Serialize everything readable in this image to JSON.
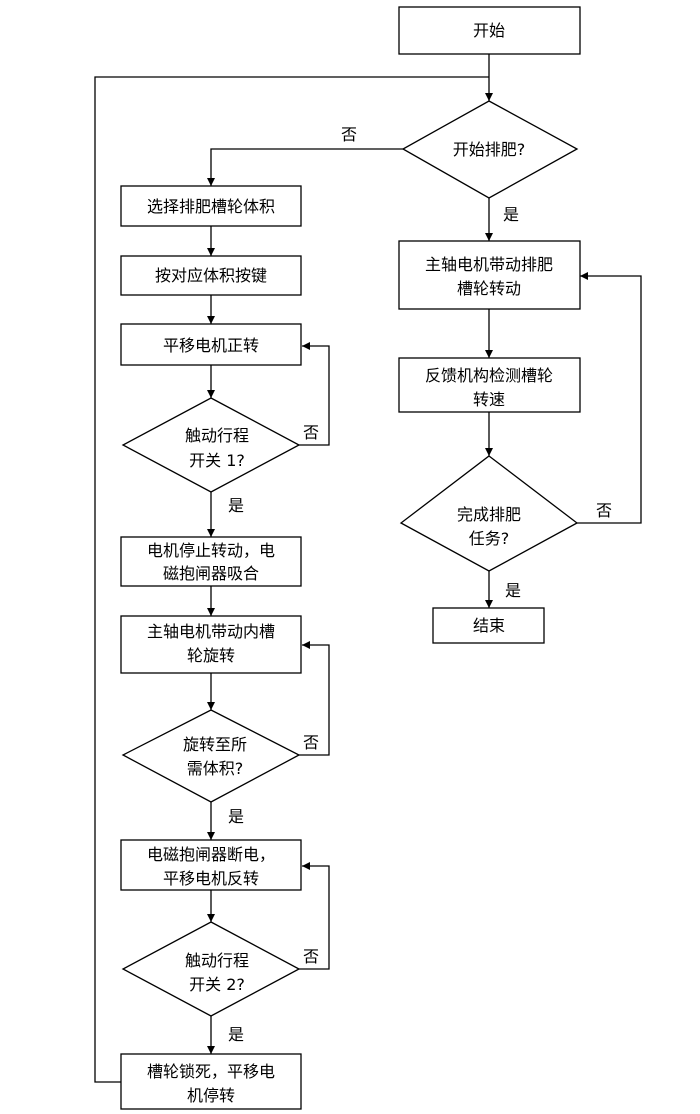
{
  "nodes": {
    "start": [
      "开始"
    ],
    "q_start_fert": [
      "开始排肥?"
    ],
    "right_proc1": [
      "主轴电机带动排肥",
      "槽轮转动"
    ],
    "right_proc2": [
      "反馈机构检测槽轮",
      "转速"
    ],
    "q_done": [
      "完成排肥",
      "任务?"
    ],
    "end": [
      "结束"
    ],
    "left_proc1": [
      "选择排肥槽轮体积"
    ],
    "left_proc2": [
      "按对应体积按键"
    ],
    "left_proc3": [
      "平移电机正转"
    ],
    "q_switch1": [
      "触动行程",
      "开关 1?"
    ],
    "left_proc4": [
      "电机停止转动，电",
      "磁抱闸器吸合"
    ],
    "left_proc5": [
      "主轴电机带动内槽",
      "轮旋转"
    ],
    "q_volume": [
      "旋转至所",
      "需体积?"
    ],
    "left_proc6": [
      "电磁抱闸器断电，",
      "平移电机反转"
    ],
    "q_switch2": [
      "触动行程",
      "开关 2?"
    ],
    "left_proc7": [
      "槽轮锁死，平移电",
      "机停转"
    ]
  },
  "labels": {
    "no": "否",
    "yes": "是"
  }
}
